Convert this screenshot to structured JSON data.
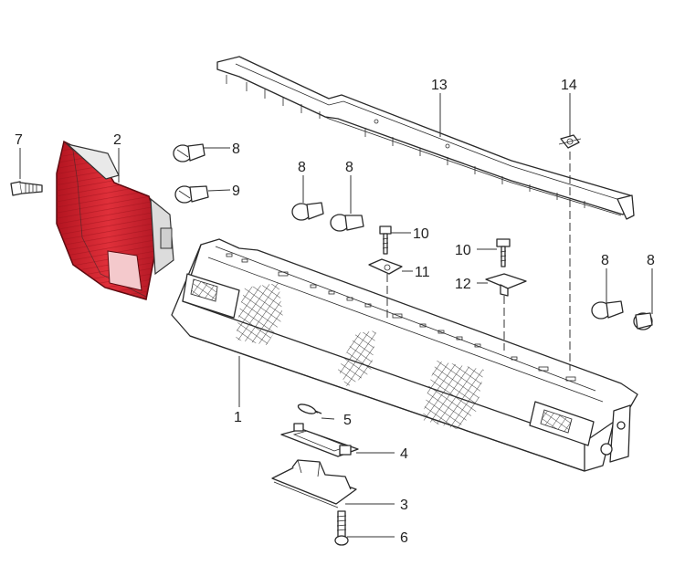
{
  "callouts": {
    "c1": "1",
    "c2": "2",
    "c3": "3",
    "c4": "4",
    "c5": "5",
    "c6": "6",
    "c7": "7",
    "c8a": "8",
    "c8b": "8",
    "c8c": "8",
    "c8d": "8",
    "c8e": "8",
    "c9": "9",
    "c10a": "10",
    "c10b": "10",
    "c11": "11",
    "c12": "12",
    "c13": "13",
    "c14": "14"
  },
  "colors": {
    "lens_red": "#d3202b",
    "lens_dark": "#8e0f18",
    "line": "#2a2a2a"
  }
}
